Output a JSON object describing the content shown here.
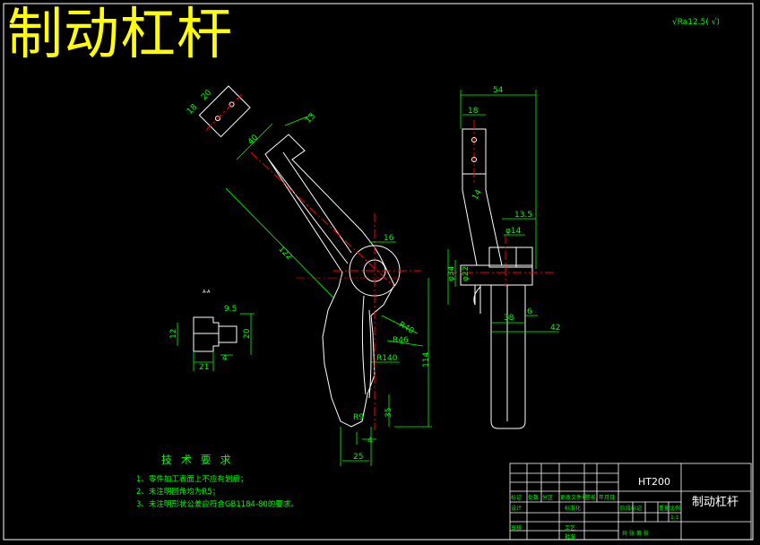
{
  "title": "制动杠杆",
  "roughness_note": "√Ra12.5( √)",
  "tech_requirements": {
    "heading": "技 术 要 求",
    "items": [
      "1、零件加工表面上不应有划痕；",
      "2、未注明圆角均为R5；",
      "3、未注明形状公差应符合GB1184-80的要求。"
    ]
  },
  "dimensions": {
    "main_view": [
      "18",
      "20",
      "40",
      "13",
      "122",
      "16",
      "R40",
      "R46",
      "R140",
      "114",
      "R9",
      "35",
      "4",
      "25"
    ],
    "side_view": [
      "54",
      "18",
      "14",
      "13.5",
      "φ14",
      "φ22",
      "φ34",
      "38",
      "6",
      "42"
    ],
    "section_view": [
      "9.5",
      "12",
      "20",
      "21",
      "4"
    ],
    "section_label": "A-A"
  },
  "title_block": {
    "material": "HT200",
    "part_name": "制动杠杆",
    "labels": [
      "标记",
      "处数",
      "分区",
      "更改文件号",
      "签名",
      "年月日",
      "设计",
      "标准化",
      "阶段标记",
      "重量",
      "比例",
      "审核",
      "工艺",
      "批准",
      "共 张 第 张"
    ],
    "scale": "1:1"
  },
  "colors": {
    "background": "#000000",
    "outline": "#ffffff",
    "dimension": "#00ff00",
    "centerline": "#ff0000",
    "title": "#ffff00"
  }
}
